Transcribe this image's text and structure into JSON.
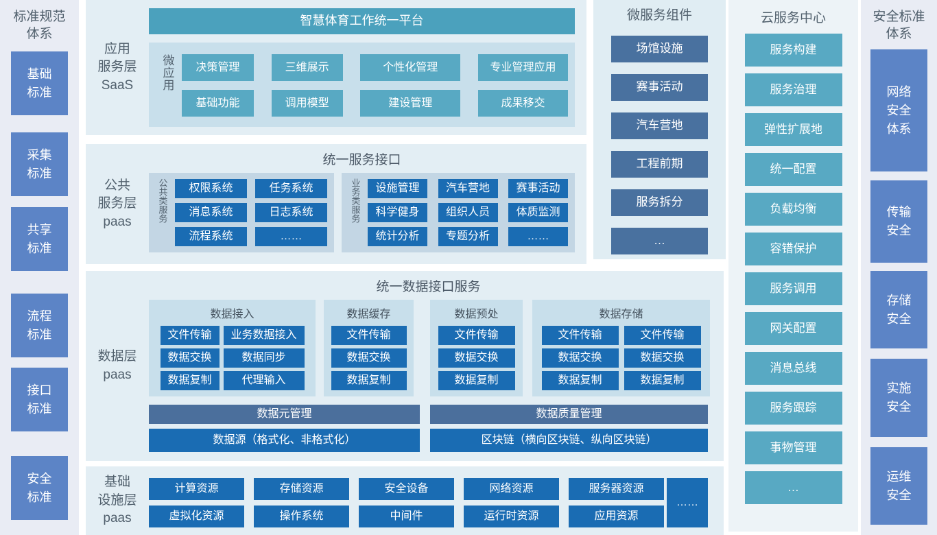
{
  "colors": {
    "teal_header": "#4ba1bd",
    "teal_button": "#58a9c3",
    "strong_blue": "#1a6cb3",
    "slate_blue": "#49719f",
    "periwinkle_blue": "#5c84c6",
    "panel_bg": "#e3eef4",
    "subpanel_bg": "#c8dfeb"
  },
  "left_sidebar": {
    "title": "标准规范\n体系",
    "items": [
      "基础\n标准",
      "采集\n标准",
      "共享\n标准",
      "流程\n标准",
      "接口\n标准",
      "安全\n标准"
    ]
  },
  "app_layer": {
    "label": "应用\n服务层\nSaaS",
    "platform_title": "智慧体育工作统一平台",
    "micro_app_label": "微应用",
    "apps": [
      "决策管理",
      "三维展示",
      "个性化管理",
      "专业管理应用",
      "基础功能",
      "调用模型",
      "建设管理",
      "成果移交"
    ]
  },
  "public_layer": {
    "label": "公共\n服务层\npaas",
    "title": "统一服务接口",
    "common": {
      "label": "公共类服务",
      "items": [
        "权限系统",
        "任务系统",
        "消息系统",
        "日志系统",
        "流程系统",
        "……"
      ]
    },
    "business": {
      "label": "业务类服务",
      "items": [
        "设施管理",
        "汽车营地",
        "赛事活动",
        "科学健身",
        "组织人员",
        "体质监测",
        "统计分析",
        "专题分析",
        "……"
      ]
    }
  },
  "data_layer": {
    "label": "数据层\npaas",
    "title": "统一数据接口服务",
    "groups": [
      {
        "title": "数据接入",
        "items": [
          "文件传输",
          "业务数据接入",
          "数据交换",
          "数据同步",
          "数据复制",
          "代理输入"
        ]
      },
      {
        "title": "数据缓存",
        "items": [
          "文件传输",
          "数据交换",
          "数据复制"
        ]
      },
      {
        "title": "数据预处",
        "items": [
          "文件传输",
          "数据交换",
          "数据复制"
        ]
      },
      {
        "title": "数据存储",
        "items": [
          "文件传输",
          "文件传输",
          "数据交换",
          "数据交换",
          "数据复制",
          "数据复制"
        ]
      }
    ],
    "management_bars": [
      "数据元管理",
      "数据质量管理"
    ],
    "source_bars": [
      "数据源（格式化、非格式化）",
      "区块链（横向区块链、纵向区块链）"
    ]
  },
  "infra_layer": {
    "label": "基础\n设施层\npaas",
    "row1": [
      "计算资源",
      "存储资源",
      "安全设备",
      "网络资源",
      "服务器资源"
    ],
    "row2": [
      "虚拟化资源",
      "操作系统",
      "中间件",
      "运行时资源",
      "应用资源"
    ],
    "more": "……"
  },
  "microservices": {
    "title": "微服务组件",
    "items": [
      "场馆设施",
      "赛事活动",
      "汽车营地",
      "工程前期",
      "服务拆分",
      "…"
    ]
  },
  "cloud_center": {
    "title": "云服务中心",
    "items": [
      "服务构建",
      "服务治理",
      "弹性扩展地",
      "统一配置",
      "负载均衡",
      "容错保护",
      "服务调用",
      "网关配置",
      "消息总线",
      "服务跟踪",
      "事物管理",
      "…"
    ]
  },
  "right_sidebar": {
    "title": "安全标准\n体系",
    "items": [
      "网络\n安全\n体系",
      "传输\n安全",
      "存储\n安全",
      "实施\n安全",
      "运维\n安全"
    ]
  }
}
